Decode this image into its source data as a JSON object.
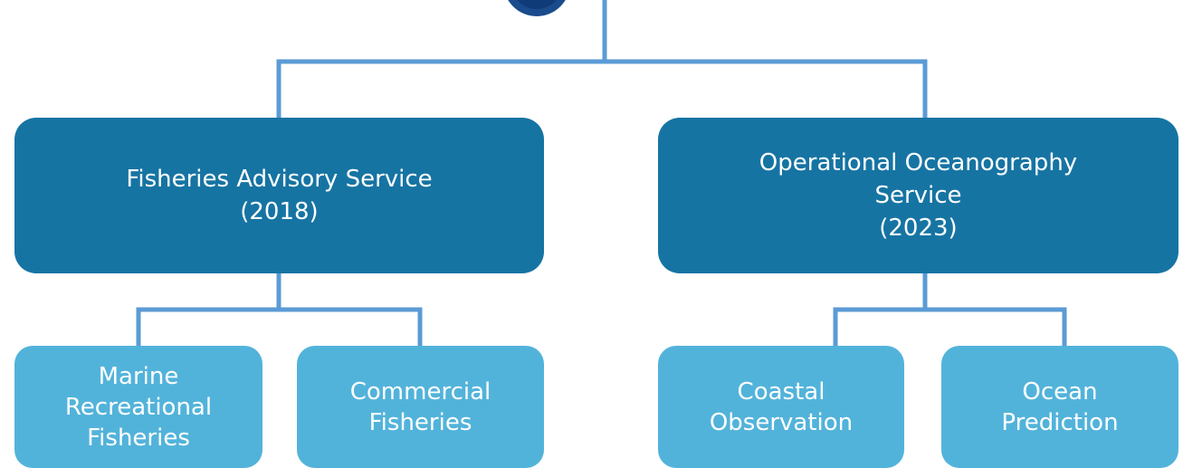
{
  "logo": {
    "name": "top-logo",
    "color": "#1a4b8c"
  },
  "colors": {
    "main_box": "#1674a3",
    "sub_box": "#52b3da",
    "connector": "#5b9bd5"
  },
  "services": [
    {
      "title": "Fisheries Advisory Service\n(2018)",
      "children": [
        {
          "label": "Marine\nRecreational\nFisheries"
        },
        {
          "label": "Commercial\nFisheries"
        }
      ]
    },
    {
      "title": "Operational Oceanography\nService\n(2023)",
      "children": [
        {
          "label": "Coastal\nObservation"
        },
        {
          "label": "Ocean\nPrediction"
        }
      ]
    }
  ]
}
